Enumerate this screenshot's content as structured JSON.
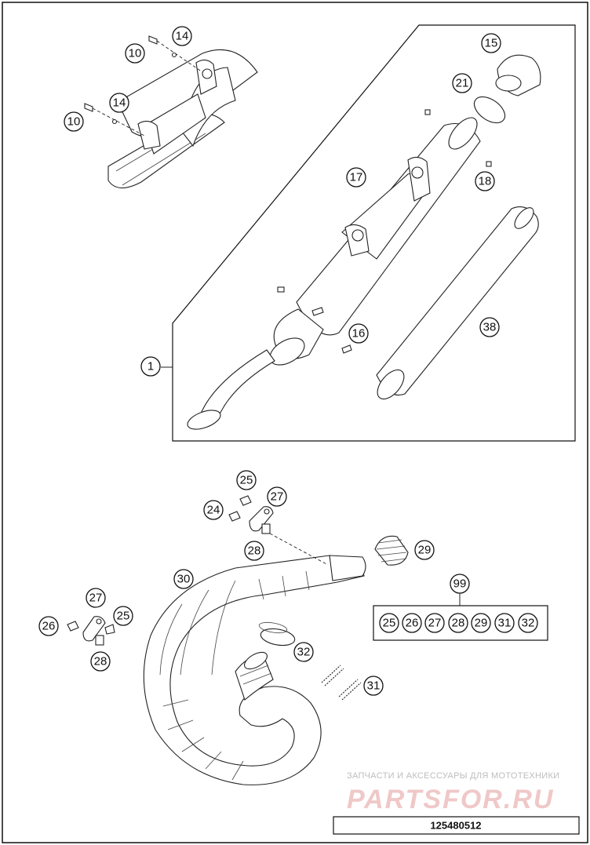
{
  "callouts": {
    "c10a": "10",
    "c10b": "10",
    "c14a": "14",
    "c14b": "14",
    "c15": "15",
    "c21": "21",
    "c17": "17",
    "c18": "18",
    "c16": "16",
    "c38": "38",
    "c1": "1",
    "c25a": "25",
    "c27a": "27",
    "c24": "24",
    "c28a": "28",
    "c29": "29",
    "c30": "30",
    "c99": "99",
    "c27b": "27",
    "c26": "26",
    "c25b": "25",
    "c28b": "28",
    "c32": "32",
    "c31": "31"
  },
  "kit": [
    "25",
    "26",
    "27",
    "28",
    "29",
    "31",
    "32"
  ],
  "watermark": {
    "caption": "ЗАПЧАСТИ И АКСЕССУАРЫ ДЛЯ МОТОТЕХНИКИ",
    "logo": "PARTSFOR.RU"
  },
  "drawing_code": "125480512"
}
